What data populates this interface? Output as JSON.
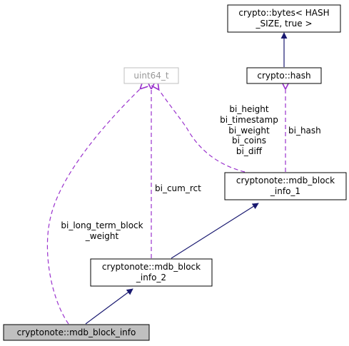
{
  "nodes": {
    "bytes": {
      "line1": "crypto::bytes< HASH",
      "line2": "_SIZE, true >"
    },
    "hash": {
      "label": "crypto::hash"
    },
    "uint64": {
      "label": "uint64_t"
    },
    "info1": {
      "line1": "cryptonote::mdb_block",
      "line2": "_info_1"
    },
    "info2": {
      "line1": "cryptonote::mdb_block",
      "line2": "_info_2"
    },
    "info": {
      "label": "cryptonote::mdb_block_info"
    }
  },
  "edges": {
    "uint64_to_info1": [
      "bi_height",
      "bi_timestamp",
      "bi_weight",
      "bi_coins",
      "bi_diff"
    ],
    "hash_to_info1": "bi_hash",
    "uint64_to_info2": "bi_cum_rct",
    "uint64_to_info": {
      "line1": "bi_long_term_block",
      "line2": "_weight"
    }
  },
  "colors": {
    "inheritance": "#191970",
    "member": "#9a32cd",
    "external_border": "#bfbfbf",
    "highlight_fill": "#bfbfbf"
  }
}
